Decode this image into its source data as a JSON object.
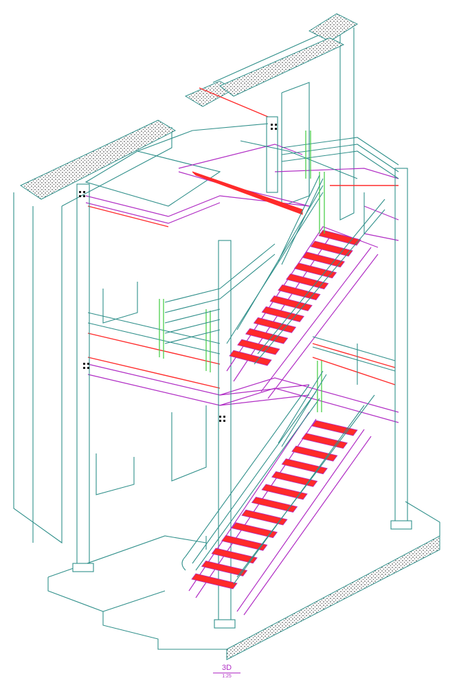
{
  "caption": {
    "view_label": "3D",
    "scale_label": "1:25"
  },
  "colors": {
    "structure": "#2f8f8a",
    "steel_frame": "#b02cc4",
    "treads": "#ff2a2a",
    "posts": "#4cd04c",
    "concrete_hatch": "#1a1a1a",
    "caption_text": "#b02cc4"
  },
  "stair": {
    "flights": 2,
    "upper_flight_treads": 12,
    "lower_flight_treads": 13
  }
}
